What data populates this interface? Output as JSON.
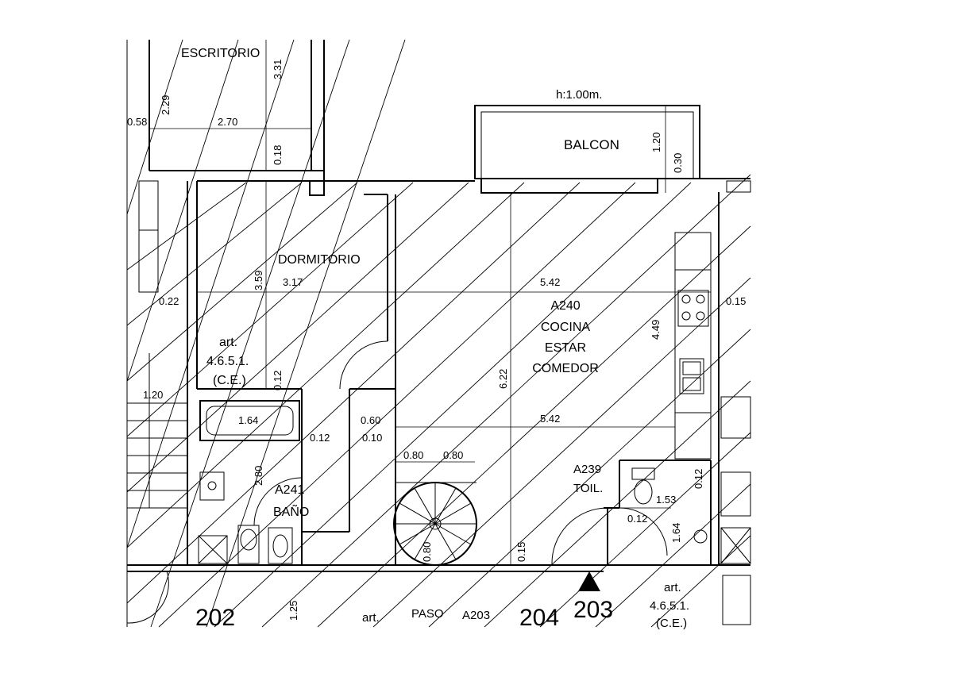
{
  "rooms": {
    "escritorio": "ESCRITORIO",
    "balcon": "BALCON",
    "balcon_height": "h:1.00m.",
    "dormitorio": "DORMITORIO",
    "a240_code": "A240",
    "a240_line1": "COCINA",
    "a240_line2": "ESTAR",
    "a240_line3": "COMEDOR",
    "a241_code": "A241",
    "a241_name": "BAÑO",
    "a239_code": "A239",
    "a239_name": "TOIL.",
    "paso": "PASO",
    "paso_code": "A203"
  },
  "articles": {
    "left_art": "art.",
    "left_num": "4.6.5.1.",
    "left_ce": "(C.E.)",
    "bottom_art": "art.",
    "right_art": "art.",
    "right_num": "4.6.5.1.",
    "right_ce": "(C.E.)"
  },
  "units": {
    "u202": "202",
    "u204": "204",
    "u203": "203"
  },
  "dimensions": {
    "d331": "3.31",
    "d229": "2.29",
    "d058": "0.58",
    "d270": "2.70",
    "d018": "0.18",
    "d120_balcon": "1.20",
    "d030": "0.30",
    "d359": "3.59",
    "d317": "3.17",
    "d542_top": "5.42",
    "d022": "0.22",
    "d449": "4.49",
    "d015_right": "0.15",
    "d012_left": "0.12",
    "d622": "6.22",
    "d120_stairs": "1.20",
    "d164_bath": "1.64",
    "d060": "0.60",
    "d542_mid": "5.42",
    "d012_bath": "0.12",
    "d010": "0.10",
    "d080_a": "0.80",
    "d080_b": "0.80",
    "d280": "2.80",
    "d012_toil": "0.12",
    "d153": "1.53",
    "d012_toil2": "0.12",
    "d164_toil": "1.64",
    "d080_stair": "0.80",
    "d015_bottom": "0.15",
    "d125": "1.25"
  }
}
